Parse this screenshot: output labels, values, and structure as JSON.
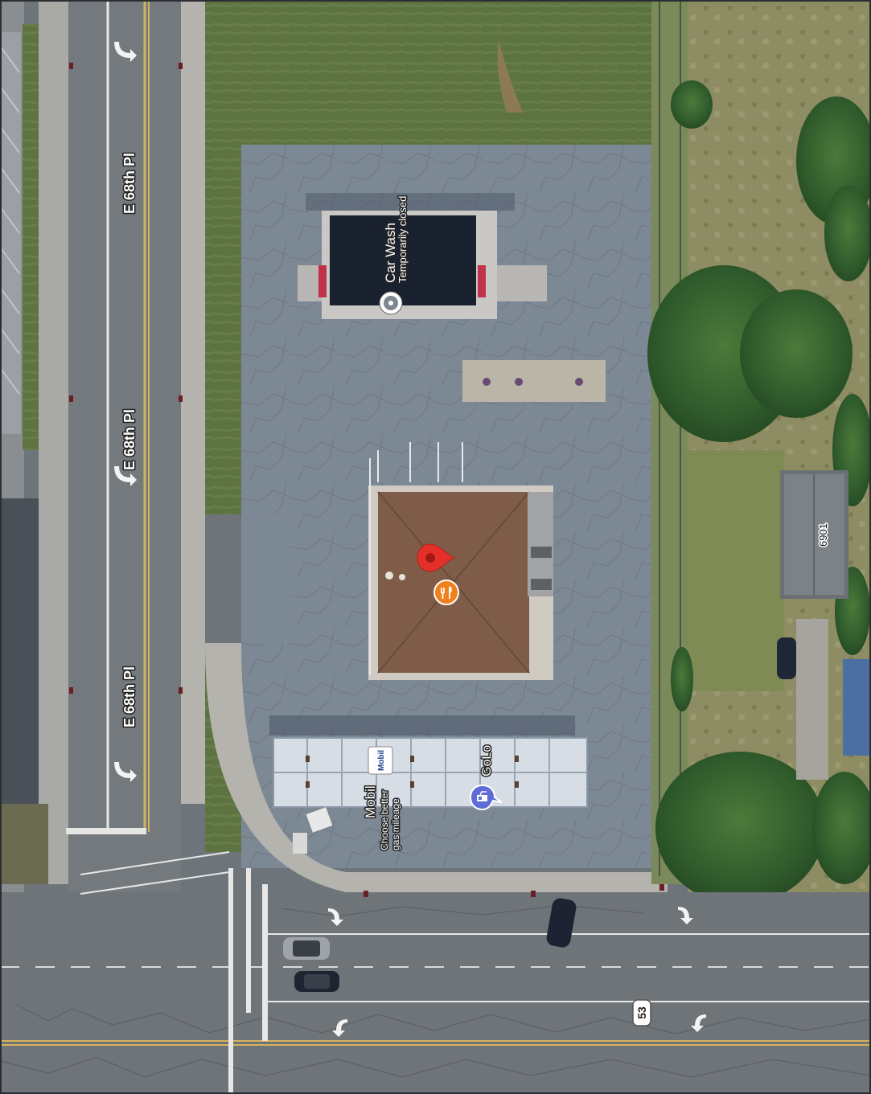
{
  "map": {
    "street_labels": [
      "E 68th Pl",
      "E 68th Pl",
      "E 68th Pl"
    ],
    "route_shield": "53",
    "house_number": "6901",
    "places": {
      "car_wash": {
        "name": "Car Wash",
        "status": "Temporarily closed",
        "icon": "car-wash-pin-icon"
      },
      "mobil": {
        "brand": "Mobil",
        "name": "Mobil",
        "tagline_line1": "Choose better",
        "tagline_line2": "gas mileage"
      },
      "golo": {
        "name": "GoLo",
        "icon": "gas-station-pin-icon"
      },
      "selected": {
        "icon": "location-pin-icon"
      },
      "restaurant": {
        "icon": "restaurant-pin-icon"
      }
    },
    "colors": {
      "pin_red": "#e5302a",
      "restaurant_orange": "#f07f1e",
      "gas_purple": "#5f6bd6",
      "grass": "#5f7443",
      "asphalt": "#6d7479"
    }
  }
}
